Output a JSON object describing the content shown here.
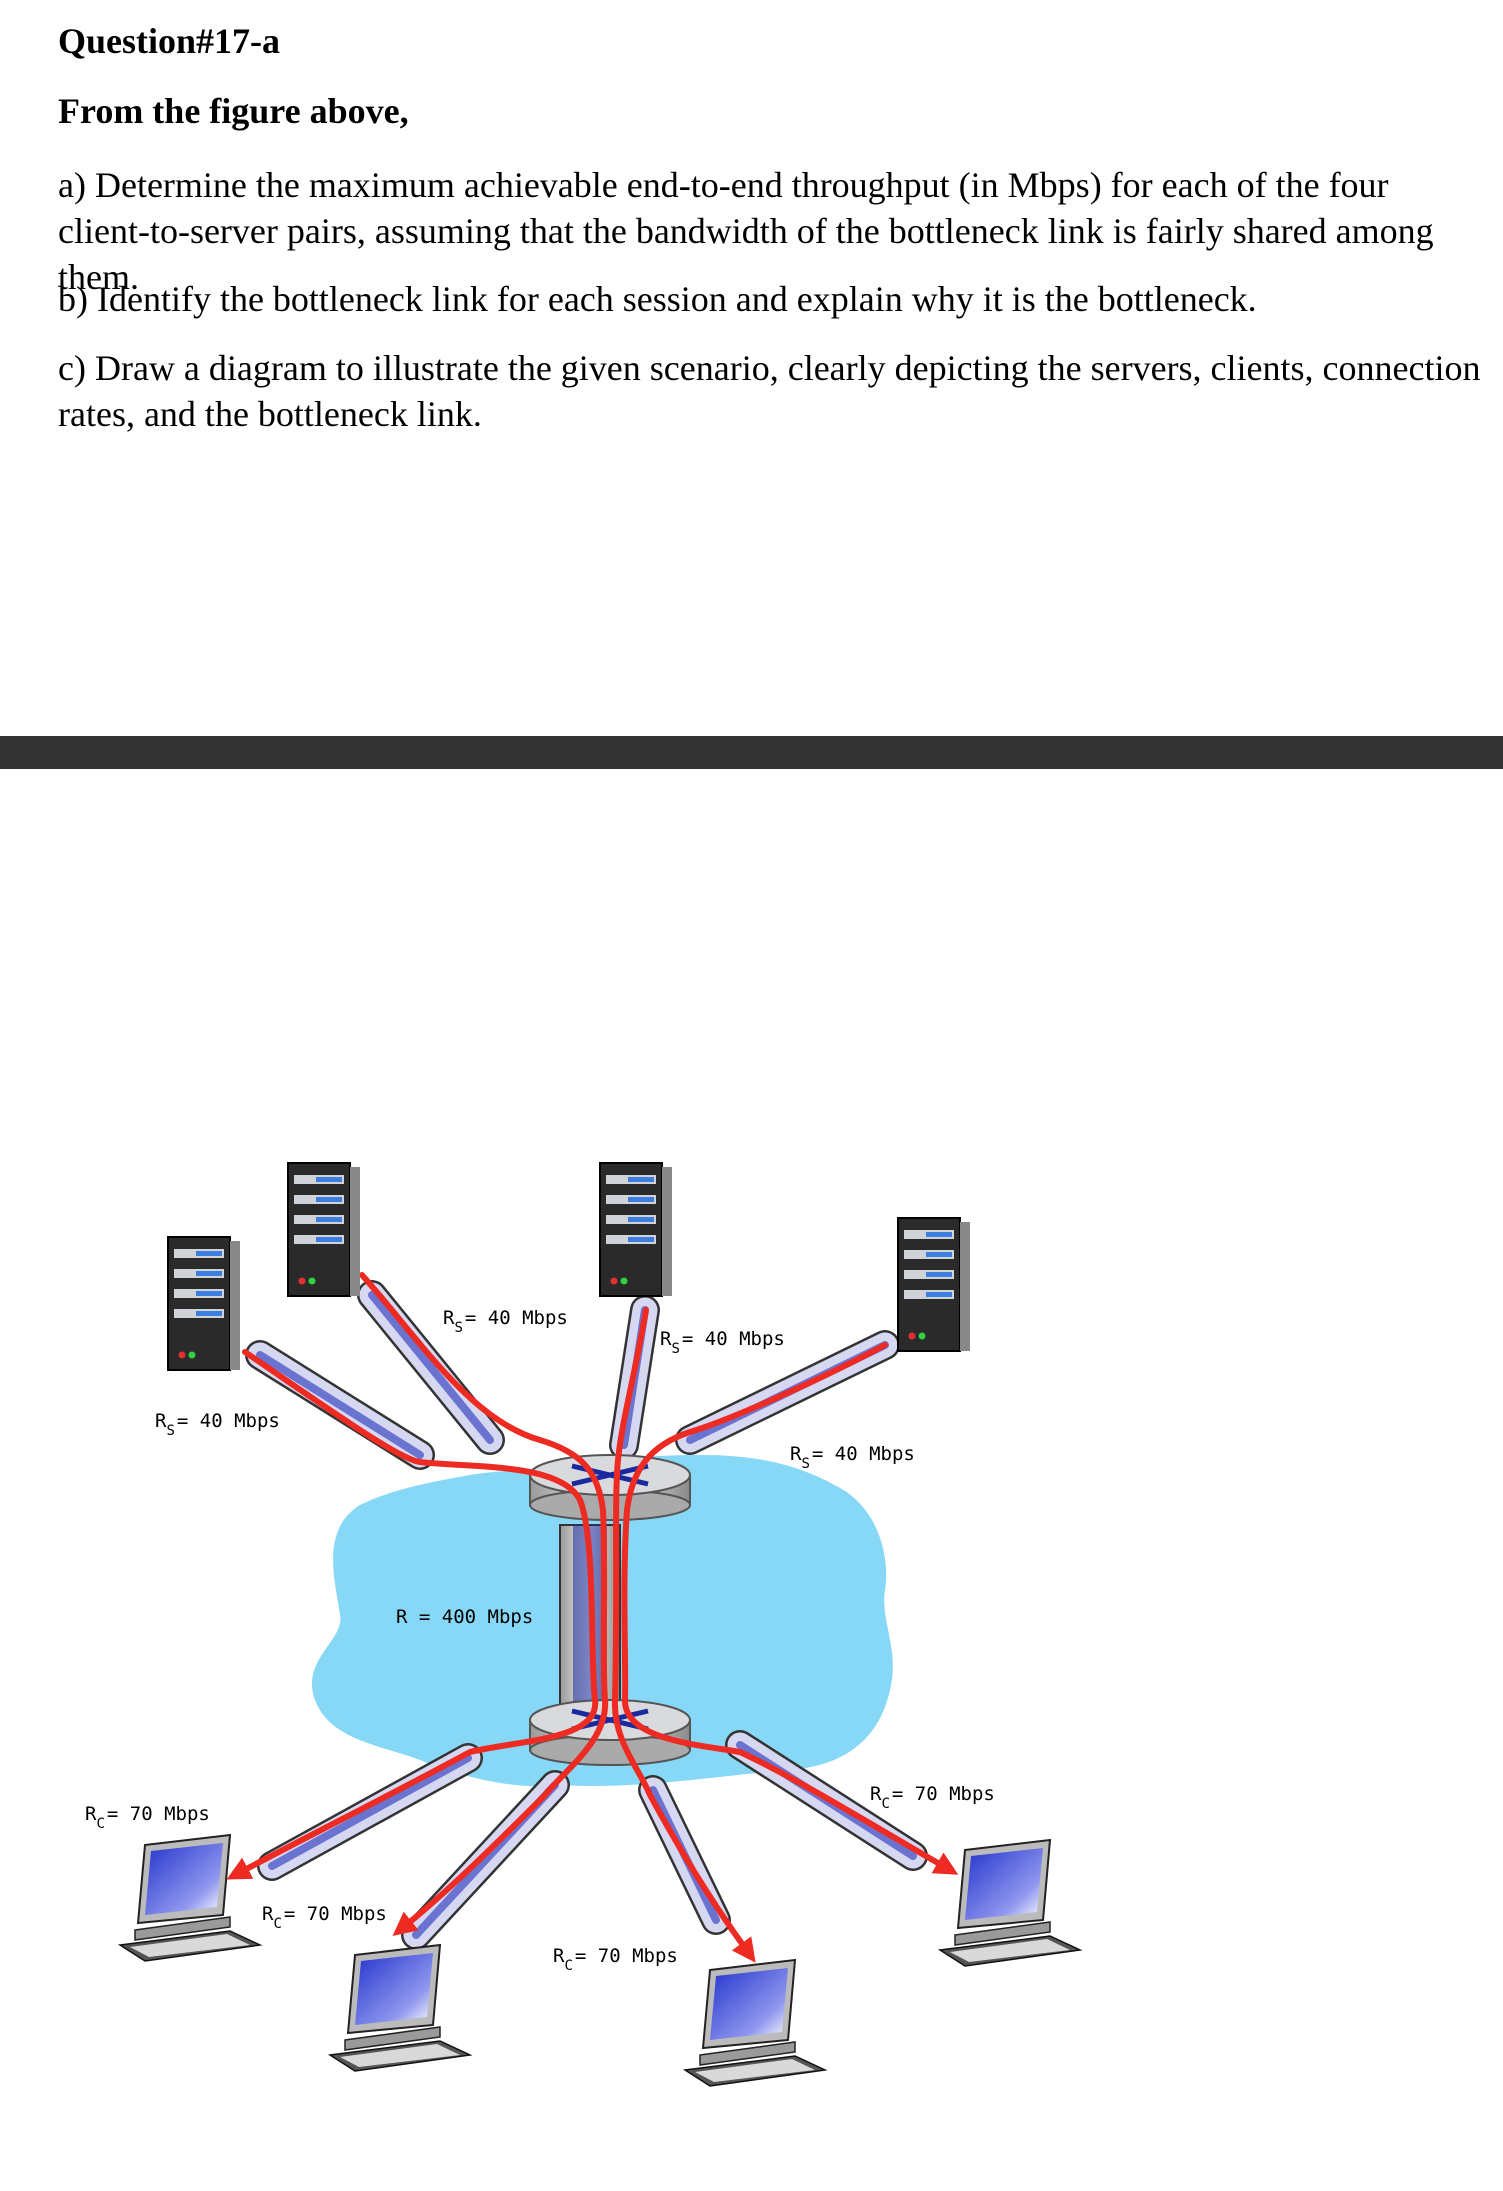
{
  "question": {
    "title": "Question#17-a",
    "intro": "From the figure above,",
    "part_a": "a) Determine the maximum achievable end-to-end throughput (in Mbps) for each of the four client-to-server pairs, assuming that the bandwidth of the bottleneck link is fairly shared among them.",
    "part_b": "b) Identify the bottleneck link for each session and explain why it is the bottleneck.",
    "part_c": "c) Draw a diagram to illustrate the given scenario, clearly depicting the servers, clients, connection rates, and the bottleneck link."
  },
  "figure": {
    "server_links": [
      {
        "label_main": "R",
        "label_sub": "S",
        "label_rest": "= 40 Mbps"
      },
      {
        "label_main": "R",
        "label_sub": "S",
        "label_rest": "= 40 Mbps"
      },
      {
        "label_main": "R",
        "label_sub": "S",
        "label_rest": "= 40 Mbps"
      },
      {
        "label_main": "R",
        "label_sub": "S",
        "label_rest": "= 40 Mbps"
      }
    ],
    "core_link": {
      "label": "R = 400 Mbps"
    },
    "client_links": [
      {
        "label_main": "R",
        "label_sub": "C",
        "label_rest": "= 70 Mbps"
      },
      {
        "label_main": "R",
        "label_sub": "C",
        "label_rest": "= 70 Mbps"
      },
      {
        "label_main": "R",
        "label_sub": "C",
        "label_rest": "= 70 Mbps"
      },
      {
        "label_main": "R",
        "label_sub": "C",
        "label_rest": "= 70 Mbps"
      }
    ],
    "colors": {
      "network_cloud": "#87d8f7",
      "flow": "#ee2b22",
      "link_fill": "#d6d8f2",
      "link_stroke": "#333333",
      "server_body": "#2a2a2a",
      "monitor_screen": "#3b48d8"
    }
  }
}
